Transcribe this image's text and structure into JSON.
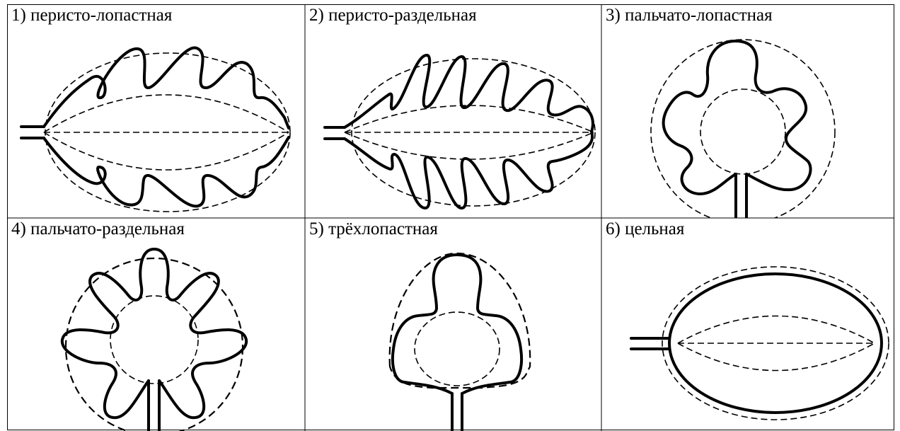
{
  "table": {
    "cells": [
      {
        "label": "1) перисто-лопастная"
      },
      {
        "label": "2) перисто-раздельная"
      },
      {
        "label": "3) пальчато-лопастная"
      },
      {
        "label": "4) пальчато-раздельная"
      },
      {
        "label": "5) трёхлопастная"
      },
      {
        "label": "6) цельная"
      }
    ]
  }
}
